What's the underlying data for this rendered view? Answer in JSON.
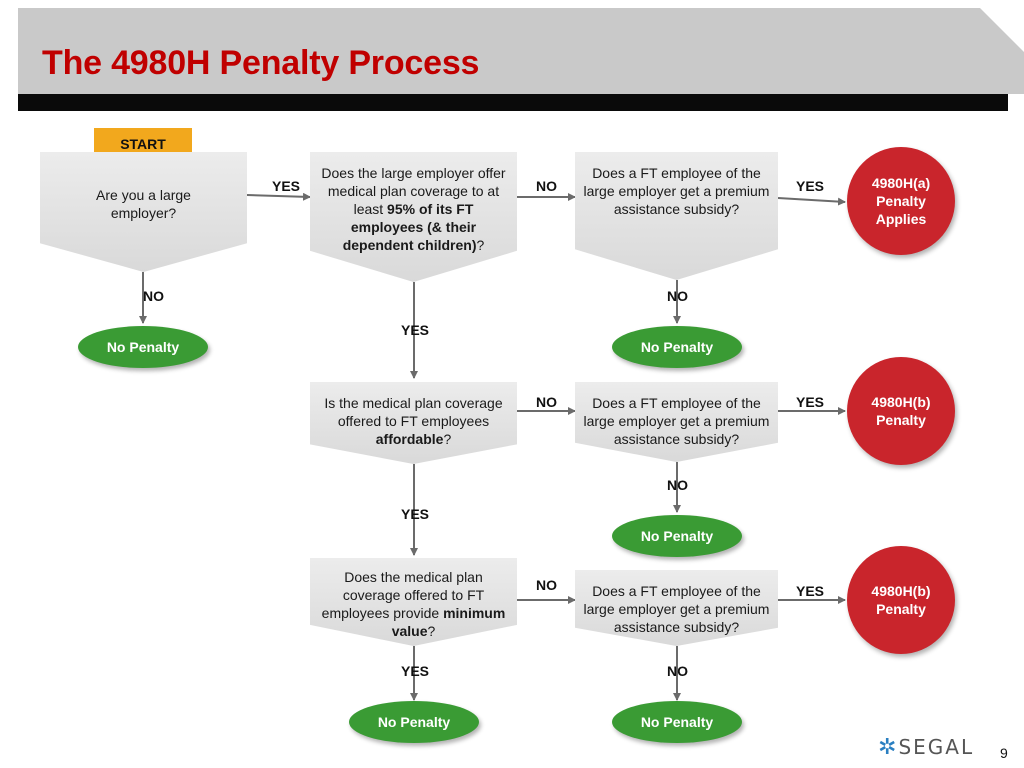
{
  "title": "The 4980H Penalty Process",
  "start_label": "START",
  "questions": {
    "q1": {
      "text": "Are you a large employer?"
    },
    "q2": {
      "before": "Does the large employer offer medical plan coverage to at least ",
      "bold": "95% of its FT employees (& their dependent children)",
      "after": "?"
    },
    "q3": {
      "before": "Is the medical plan coverage offered to FT employees ",
      "bold": "affordable",
      "after": "?"
    },
    "q4": {
      "before": "Does the medical plan coverage offered to FT employees provide ",
      "bold": "minimum value",
      "after": "?"
    },
    "subsidy": "Does a FT employee of the large employer get a premium assistance subsidy?"
  },
  "outcomes": {
    "no_penalty": "No Penalty",
    "penalty_a": [
      "4980H(a)",
      "Penalty",
      "Applies"
    ],
    "penalty_b": [
      "4980H(b)",
      "Penalty"
    ]
  },
  "labels": {
    "yes": "YES",
    "no": "NO"
  },
  "footer": {
    "logo_text": "SEGAL",
    "page_number": "9"
  },
  "colors": {
    "title_red": "#c00000",
    "start_orange": "#f2a81d",
    "no_penalty_green": "#3a9b34",
    "penalty_red": "#c9252c",
    "logo_blue": "#2a7fc1"
  }
}
